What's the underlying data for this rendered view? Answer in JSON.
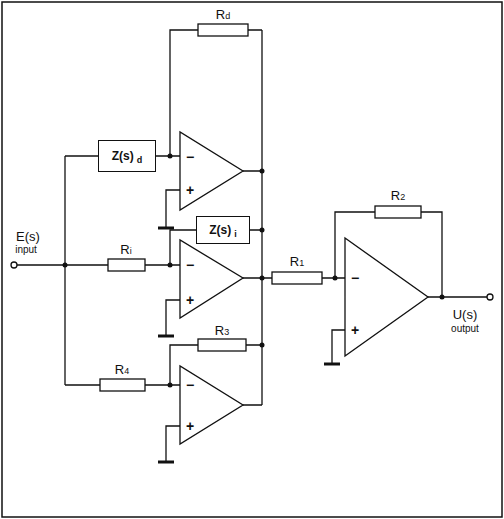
{
  "diagram": {
    "nodes": [
      {
        "text": [
          "Z(s)",
          "d"
        ]
      },
      {
        "text": [
          "Z(s)",
          "i"
        ]
      }
    ],
    "labels": [
      "Rd",
      "Ri",
      "R3",
      "R4",
      "R1",
      "R2",
      "E(s)",
      "input",
      "U(s)",
      "output",
      "−",
      "+",
      "−",
      "+",
      "−",
      "+",
      "−",
      "+"
    ]
  }
}
